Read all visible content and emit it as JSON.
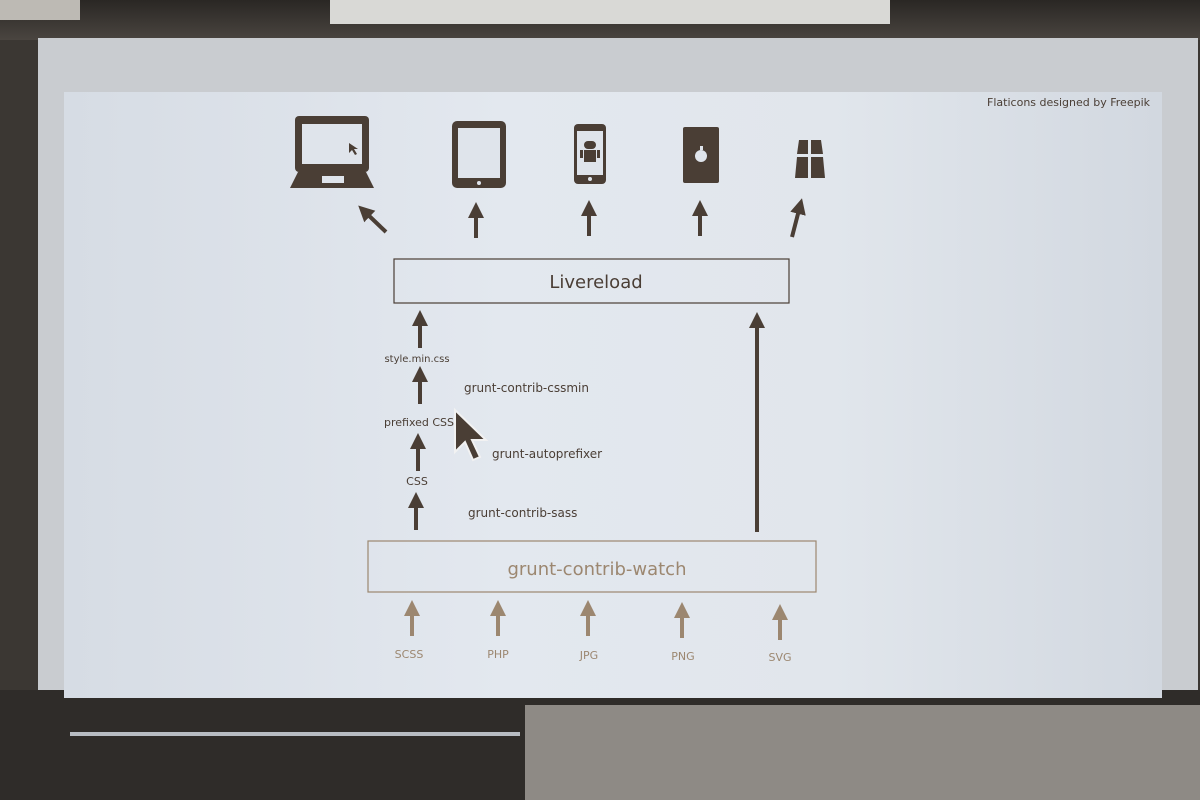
{
  "credit": "Flaticons designed by Freepik",
  "targets": [
    {
      "icon": "laptop-icon"
    },
    {
      "icon": "tablet-icon"
    },
    {
      "icon": "android-phone-icon"
    },
    {
      "icon": "apple-device-icon"
    },
    {
      "icon": "windows-device-icon"
    }
  ],
  "livereload_label": "Livereload",
  "pipeline": {
    "stages": [
      "style.min.css",
      "prefixed CSS",
      "CSS"
    ],
    "tasks": [
      "grunt-contrib-cssmin",
      "grunt-autoprefixer",
      "grunt-contrib-sass"
    ]
  },
  "watch_label": "grunt-contrib-watch",
  "sources": [
    "SCSS",
    "PHP",
    "JPG",
    "PNG",
    "SVG"
  ],
  "colors": {
    "arrow": "#4a3e35",
    "source": "#9c8770"
  }
}
